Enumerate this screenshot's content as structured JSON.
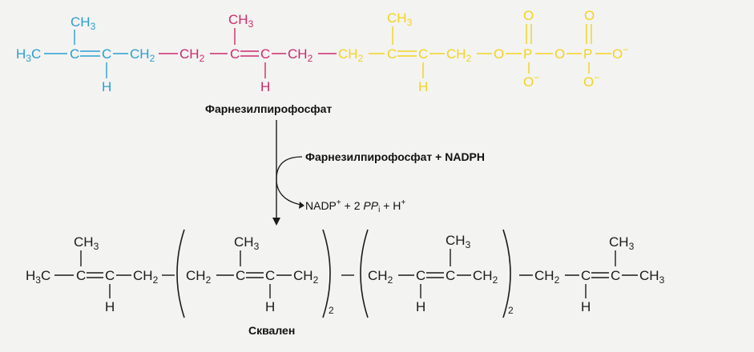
{
  "colors": {
    "ink": "#1b1b1b",
    "blue": "#2a9fd3",
    "magenta": "#cc2a6e",
    "yellow": "#f2d320",
    "background": "#f3f3f1"
  },
  "farnesyl": {
    "name": "Фарнезилпирофосфат",
    "atoms": {
      "h3c": "H",
      "h3c_sub": "3",
      "h3c_c": "C",
      "c1": "C",
      "ch3_1": "CH",
      "ch3_1_sub": "3",
      "h1": "H",
      "c2": "C",
      "ch2_1": "CH",
      "ch2_1_sub": "2",
      "ch2_2": "CH",
      "ch2_2_sub": "2",
      "c3": "C",
      "ch3_2": "CH",
      "ch3_2_sub": "3",
      "c4": "C",
      "h2": "H",
      "ch2_3": "CH",
      "ch2_3_sub": "2",
      "ch2_4": "CH",
      "ch2_4_sub": "2",
      "c5": "C",
      "ch3_3": "CH",
      "ch3_3_sub": "3",
      "c6": "C",
      "h3": "H",
      "ch2_5": "CH",
      "ch2_5_sub": "2",
      "o1": "O",
      "p1": "P",
      "o_top1": "O",
      "o_bot1": "O",
      "o_bot1_charge": "−",
      "o2": "O",
      "p2": "P",
      "o_top2": "O",
      "o_bot2": "O",
      "o_bot2_charge": "−",
      "o3": "O",
      "o3_charge": "−"
    }
  },
  "reaction": {
    "reactants": "Фарнезилпирофосфат + NADPH",
    "products_a": "NADP",
    "products_a_sup": "+",
    "products_b": " + 2 ",
    "products_pp": "PP",
    "products_i": "i",
    "products_c": " + H",
    "products_c_sup": "+"
  },
  "squalene": {
    "name": "Сквален",
    "repeat_1": "2",
    "repeat_2": "2",
    "atoms": {
      "h3": "H",
      "h3_sub": "3",
      "c0": "C",
      "c1": "C",
      "ch3_a": "CH",
      "ch3_a_sub": "3",
      "h_a": "H",
      "c2": "C",
      "ch2_a": "CH",
      "ch2_a_sub": "2",
      "ch2_b": "CH",
      "ch2_b_sub": "2",
      "c3": "C",
      "ch3_b": "CH",
      "ch3_b_sub": "3",
      "c4": "C",
      "h_b": "H",
      "ch2_c": "CH",
      "ch2_c_sub": "2",
      "ch2_d": "CH",
      "ch2_d_sub": "2",
      "c5": "C",
      "h_c": "H",
      "c6": "C",
      "ch3_c": "CH",
      "ch3_c_sub": "3",
      "ch2_e": "CH",
      "ch2_e_sub": "2",
      "ch2_f": "CH",
      "ch2_f_sub": "2",
      "c7": "C",
      "h_d": "H",
      "c8": "C",
      "ch3_d": "CH",
      "ch3_d_sub": "3",
      "ch3_e": "CH",
      "ch3_e_sub": "3"
    }
  }
}
